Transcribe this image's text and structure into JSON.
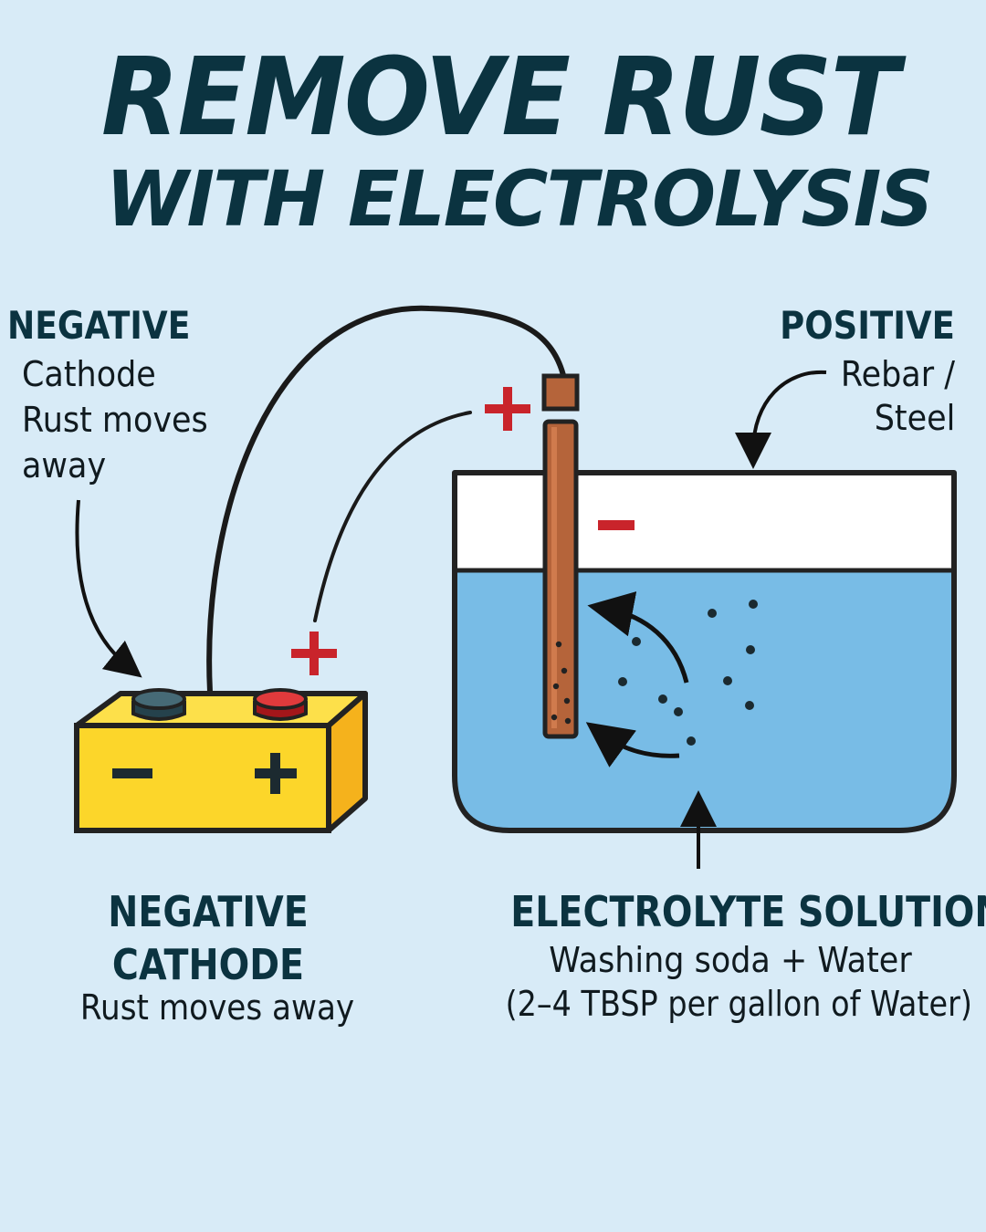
{
  "title": {
    "line1": "REMOVE RUST",
    "line2": "WITH ELECTROLYSIS"
  },
  "top_left_label": {
    "heading": "NEGATIVE",
    "line1": "Cathode",
    "line2": "Rust moves",
    "line3": "away"
  },
  "top_right_label": {
    "heading": "POSITIVE",
    "line1": "Rebar /",
    "line2": "Steel"
  },
  "signs": {
    "plus": "+",
    "minus": "−"
  },
  "bottom_left_label": {
    "line1": "NEGATIVE",
    "line2": "CATHODE",
    "line3": "Rust moves away"
  },
  "bottom_right_label": {
    "heading": "ELECTROLYTE SOLUTION",
    "line1": "Washing soda + Water",
    "line2": "(2–4 TBSP per gallon of Water)"
  },
  "colors": {
    "background": "#d8ebf7",
    "navy": "#0b3340",
    "battery_yellow": "#fcd62a",
    "battery_side": "#f5b21c",
    "terminal_red": "#d0262b",
    "terminal_dark": "#2f4f5a",
    "water": "#78bce6",
    "rebar": "#b5643a",
    "sign_red": "#c9242b"
  }
}
